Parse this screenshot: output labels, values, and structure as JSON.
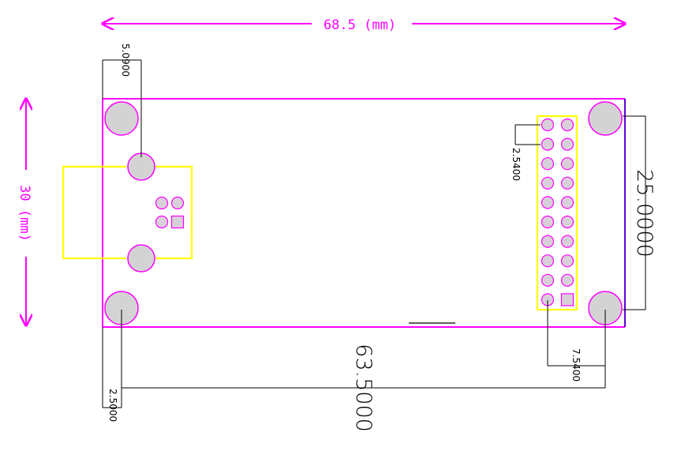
{
  "colors": {
    "board_outline": "#ff00ff",
    "board_edge_right": "#5a00d8",
    "connector_outline": "#ffff00",
    "pad_fill": "#d8d0d8",
    "hole_fill": "#d3d3d3",
    "hole_stroke": "#ff00ff",
    "dimension_line": "#000000",
    "dimension_arrow": "#ff00ff"
  },
  "overall_dimensions": {
    "width_label": "68.5 (mm)",
    "height_label": "30 (mm)"
  },
  "dimensions": {
    "connector_offset": "5.0900",
    "pin_pitch": "2.5400",
    "hole_vertical_spacing": "25.0000",
    "header_to_hole": "7.5400",
    "hole_horizontal_spacing": "63.5000",
    "hole_edge_offset": "2.5000"
  },
  "components": {
    "mounting_holes": [
      "top-left-hole",
      "bottom-left-hole",
      "top-right-hole",
      "bottom-right-hole"
    ],
    "pin_header": {
      "rows": 10,
      "columns": 2,
      "pin1_shape": "square"
    },
    "small_connector": {
      "rows": 2,
      "columns": 2,
      "pin1_shape": "square"
    },
    "side_connector": {
      "mount_holes": 2
    }
  }
}
